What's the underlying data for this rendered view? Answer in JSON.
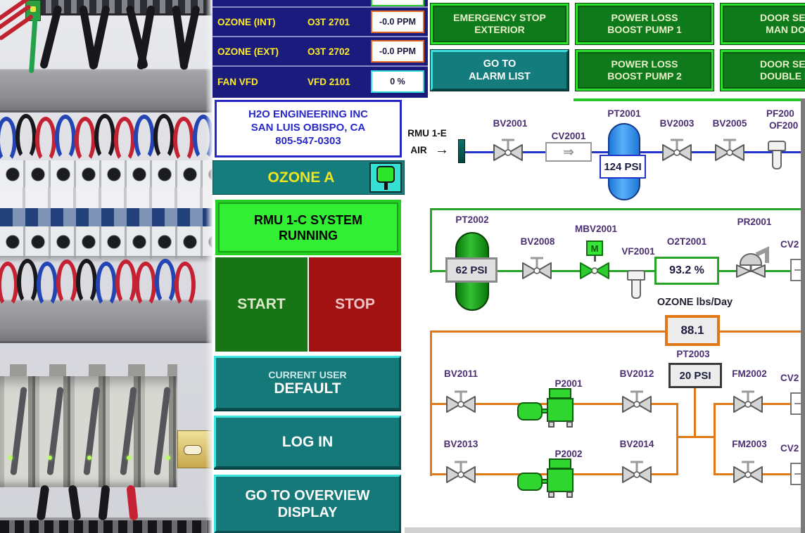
{
  "readouts": {
    "rows": [
      {
        "label": "OZONE (INT)",
        "tag": "O3T 2701",
        "value": "-0.0 PPM",
        "style": "ppm"
      },
      {
        "label": "OZONE (EXT)",
        "tag": "O3T 2702",
        "value": "-0.0 PPM",
        "style": "ppm"
      },
      {
        "label": "FAN VFD",
        "tag": "VFD 2101",
        "value": "0 %",
        "style": "pct"
      }
    ]
  },
  "company": {
    "line1": "H2O ENGINEERING INC",
    "line2": "SAN LUIS OBISPO, CA",
    "line3": "805-547-0303"
  },
  "ozone_header": {
    "label": "OZONE A"
  },
  "system_status": {
    "line1": "RMU 1-C SYSTEM",
    "line2": "RUNNING"
  },
  "controls": {
    "start": "START",
    "stop": "STOP"
  },
  "user": {
    "label": "CURRENT USER",
    "name": "DEFAULT"
  },
  "login_label": "LOG IN",
  "overview": {
    "line1": "GO TO OVERVIEW",
    "line2": "DISPLAY"
  },
  "alarms": [
    {
      "line1": "EMERGENCY STOP",
      "line2": "EXTERIOR"
    },
    {
      "line1": "GO TO",
      "line2": "ALARM LIST"
    },
    {
      "line1": "POWER LOSS",
      "line2": "BOOST PUMP 1"
    },
    {
      "line1": "POWER LOSS",
      "line2": "BOOST PUMP 2"
    },
    {
      "line1": "DOOR SENS",
      "line2": "MAN DOO"
    },
    {
      "line1": "DOOR SENS",
      "line2": "DOUBLE DO"
    }
  ],
  "icons": {
    "flow_arrow": "→",
    "check_arrow": "⇒"
  },
  "diagram": {
    "source": {
      "line1": "RMU 1-E",
      "line2": "AIR"
    },
    "labels": {
      "bv2001": "BV2001",
      "cv2001": "CV2001",
      "pt2001": "PT2001",
      "pt2001_value": "124 PSI",
      "bv2003": "BV2003",
      "bv2005": "BV2005",
      "pf": "PF200",
      "of": "OF200",
      "pt2002": "PT2002",
      "pt2002_value": "62 PSI",
      "bv2008": "BV2008",
      "mbv2001": "MBV2001",
      "m": "M",
      "vf2001": "VF2001",
      "o2t2001": "O2T2001",
      "o2t2001_value": "93.2 %",
      "pr2001": "PR2001",
      "cv_mid": "CV2",
      "ozone_rate_label": "OZONE lbs/Day",
      "ozone_rate_value": "88.1",
      "pt2003": "PT2003",
      "pt2003_value": "20 PSI",
      "bv2011": "BV2011",
      "p2001": "P2001",
      "bv2012": "BV2012",
      "fm2002": "FM2002",
      "cv_top": "CV2",
      "bv2013": "BV2013",
      "p2002": "P2002",
      "bv2014": "BV2014",
      "fm2003": "FM2003",
      "cv_bottom": "CV2"
    }
  },
  "colors": {
    "readout_bg": "#1b1b7e",
    "readout_text": "#ffee22",
    "ppm_border": "#e06820",
    "pct_border": "#35d8d8",
    "company_blue": "#2828c8",
    "teal_button": "#157979",
    "teal_bevel": "#3fe3df",
    "running_green": "#33ef33",
    "start_green": "#177517",
    "stop_red": "#a31212",
    "alarm_green_face": "#0e7a1c",
    "alarm_green_border": "#2ae02a",
    "pipe_blue": "#2233cc",
    "pipe_green": "#28a428",
    "pipe_orange": "#e07818",
    "equipment_green": "#2fd62f",
    "vessel_blue": "#1e78d8",
    "vessel_green": "#0a7a0a",
    "label_purple": "#4a2f72"
  }
}
